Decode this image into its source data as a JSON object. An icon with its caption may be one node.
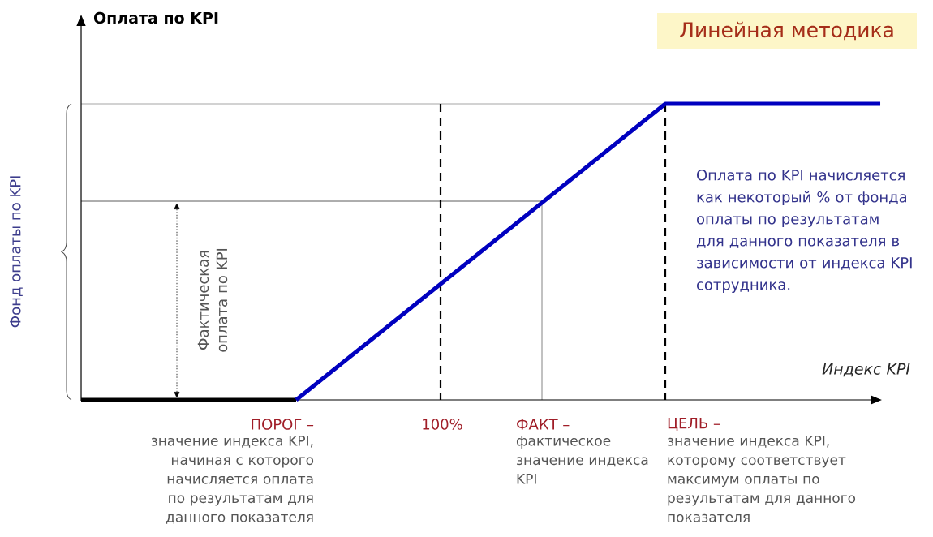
{
  "diagram": {
    "title": "Линейная методика",
    "labels": [
      "Оплата по KPI",
      "Фонд оплаты по KPI",
      "Фактическая оплата по KPI",
      "Оплата по KPI начисляется как некоторый % от фонда оплаты по результатам для данного показателя в зависимости от индекса KPI сотрудника.",
      "Индекс KPI",
      "ПОРОГ –",
      "значение индекса KPI, начиная с которого начисляется оплата по результатам для данного показателя",
      "100%",
      "ФАКТ –",
      "фактическое значение индекса KPI",
      "ЦЕЛЬ –",
      "значение индекса KPI, которому соответствует максимум оплаты по результатам для данного показателя"
    ]
  }
}
